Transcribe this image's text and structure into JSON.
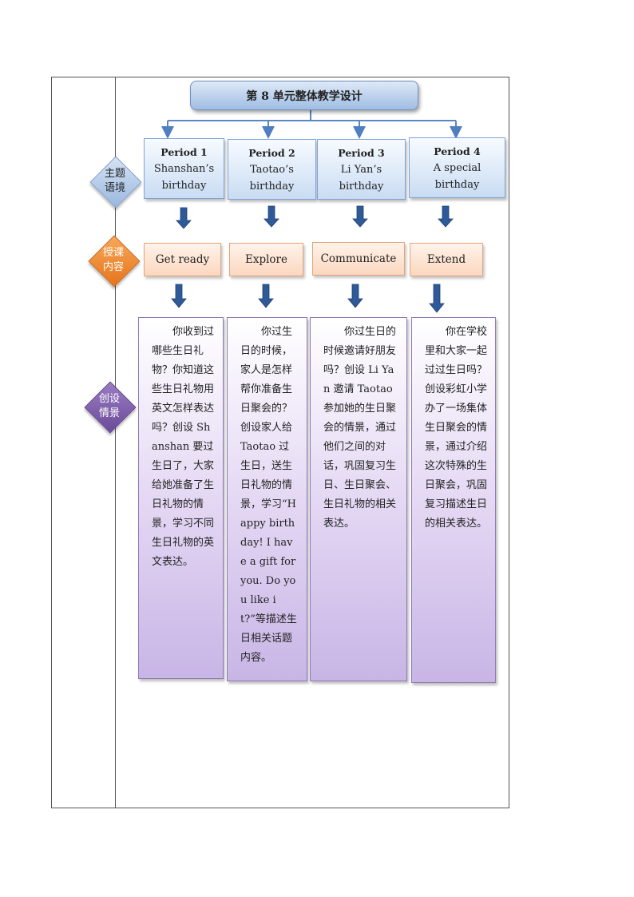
{
  "title": "第 8 单元整体教学设计",
  "rows": {
    "theme": "主题\n语境",
    "content": "授课\n内容",
    "situation": "创设\n情景"
  },
  "periods": [
    {
      "title": "Period 1",
      "text": "Shanshan’s\nbirthday"
    },
    {
      "title": "Period 2",
      "text": "Taotao’s\nbirthday"
    },
    {
      "title": "Period 3",
      "text": "Li Yan’s\nbirthday"
    },
    {
      "title": "Period 4",
      "text": "A special\nbirthday"
    }
  ],
  "stages": [
    "Get ready",
    "Explore",
    "Communicate",
    "Extend"
  ],
  "situations": [
    "你收到过哪些生日礼物？你知道这些生日礼物用英文怎样表达吗？创设 Shanshan 要过生日了，大家给她准备了生日礼物的情景，学习不同生日礼物的英文表达。",
    "你过生日的时候，家人是怎样帮你准备生日聚会的？创设家人给 Taotao 过生日，送生日礼物的情景，学习“Happy birthday! I have a gift for you. Do you like it?”等描述生日相关话题内容。",
    "你过生日的时候邀请好朋友吗？创设 Li Yan 邀请 Taotao 参加她的生日聚会的情景，通过他们之间的对话，巩固复习生日、生日聚会、生日礼物的相关表达。",
    "你在学校里和大家一起过过生日吗？创设彩虹小学办了一场集体生日聚会的情景，通过介绍这次特殊的生日聚会，巩固复习描述生日的相关表达。"
  ]
}
